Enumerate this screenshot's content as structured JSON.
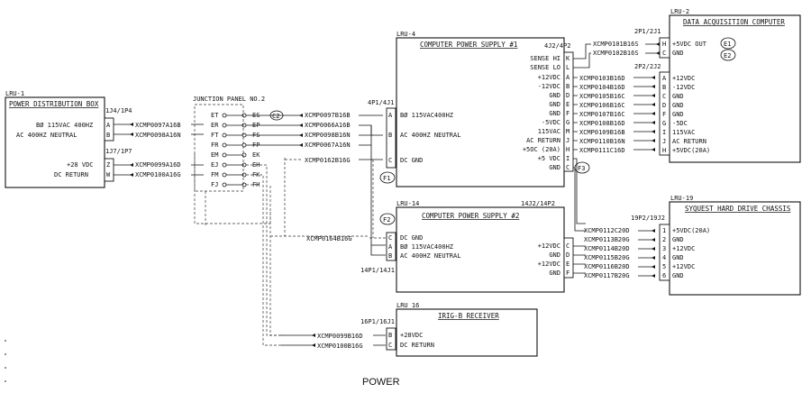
{
  "caption": "POWER",
  "units": {
    "lru1": {
      "id": "LRU-1",
      "title": "POWER DISTRIBUTION BOX",
      "conn_a": "1J4/1P4",
      "conn_b": "1J7/1P7",
      "pins_a": [
        {
          "pin": "A",
          "label": "BØ 115VAC 400HZ"
        },
        {
          "pin": "B",
          "label": "AC 400HZ NEUTRAL"
        }
      ],
      "pins_b": [
        {
          "pin": "Z",
          "label": "+28 VDC"
        },
        {
          "pin": "W",
          "label": "DC RETURN"
        }
      ]
    },
    "jp2": {
      "title": "JUNCTION PANEL NO.2",
      "rows": [
        {
          "l": "ET",
          "r": "ES"
        },
        {
          "l": "ER",
          "r": "EP"
        },
        {
          "l": "FT",
          "r": "FS"
        },
        {
          "l": "FR",
          "r": "FP"
        },
        {
          "l": "EM",
          "r": "EK"
        },
        {
          "l": "EJ",
          "r": "EH"
        },
        {
          "l": "FM",
          "r": "FK"
        },
        {
          "l": "FJ",
          "r": "FH"
        }
      ],
      "ref": "C2"
    },
    "lru4": {
      "id": "LRU-4",
      "title": "COMPUTER POWER SUPPLY #1",
      "conn_in": "4P1/4J1",
      "conn_out": "4J2/4P2",
      "pins_in": [
        {
          "pin": "A",
          "label": "BØ 115VAC400HZ"
        },
        {
          "pin": "B",
          "label": "AC 400HZ NEUTRAL"
        },
        {
          "pin": "C",
          "label": "DC GND"
        }
      ],
      "pins_out": [
        {
          "pin": "K",
          "label": "SENSE HI"
        },
        {
          "pin": "L",
          "label": "SENSE LO"
        },
        {
          "pin": "A",
          "label": "+12VDC"
        },
        {
          "pin": "B",
          "label": "-12VDC"
        },
        {
          "pin": "D",
          "label": "GND"
        },
        {
          "pin": "E",
          "label": "GND"
        },
        {
          "pin": "F",
          "label": "GND"
        },
        {
          "pin": "G",
          "label": "-5VDC"
        },
        {
          "pin": "M",
          "label": "115VAC"
        },
        {
          "pin": "J",
          "label": "AC RETURN"
        },
        {
          "pin": "H",
          "label": "+5OC (20A)"
        },
        {
          "pin": "I",
          "label": "+5 VDC"
        },
        {
          "pin": "C",
          "label": "GND"
        }
      ],
      "ref_in": "F1",
      "ref_out": "F3"
    },
    "lru14": {
      "id": "LRU-14",
      "title": "COMPUTER POWER SUPPLY #2",
      "conn_in": "14P1/14J1",
      "conn_out": "14J2/14P2",
      "pins_in": [
        {
          "pin": "C",
          "label": "DC GND"
        },
        {
          "pin": "A",
          "label": "BØ 115VAC400HZ"
        },
        {
          "pin": "B",
          "label": "AC 400HZ NEUTRAL"
        }
      ],
      "pins_out": [
        {
          "pin": "C",
          "label": "+12VDC"
        },
        {
          "pin": "D",
          "label": "GND"
        },
        {
          "pin": "E",
          "label": "+12VDC"
        },
        {
          "pin": "F",
          "label": "GND"
        }
      ],
      "ref": "F2"
    },
    "lru16": {
      "id": "LRU 16",
      "title": "IRIG-B RECEIVER",
      "conn": "16P1/16J1",
      "pins": [
        {
          "pin": "B",
          "label": "+28VDC"
        },
        {
          "pin": "C",
          "label": "DC RETURN"
        }
      ]
    },
    "lru2": {
      "id": "LRU-2",
      "title": "DATA ACQUISITION COMPUTER",
      "conn_a": "2P1/2J1",
      "conn_b": "2P2/2J2",
      "pins_a": [
        {
          "pin": "H",
          "label": "+5VDC OUT"
        },
        {
          "pin": "C",
          "label": "GND"
        }
      ],
      "pins_b": [
        {
          "pin": "A",
          "label": "+12VDC"
        },
        {
          "pin": "B",
          "label": "-12VDC"
        },
        {
          "pin": "C",
          "label": "GND"
        },
        {
          "pin": "D",
          "label": "GND"
        },
        {
          "pin": "F",
          "label": "GND"
        },
        {
          "pin": "G",
          "label": "-5DC"
        },
        {
          "pin": "I",
          "label": "115VAC"
        },
        {
          "pin": "J",
          "label": "AC RETURN"
        },
        {
          "pin": "H",
          "label": "+5VDC(20A)"
        }
      ],
      "refs": [
        "E1",
        "E2"
      ]
    },
    "lru19": {
      "id": "LRU-19",
      "title": "SYQUEST HARD DRIVE CHASSIS",
      "conn": "19P2/19J2",
      "pins": [
        {
          "pin": "1",
          "label": "+5VDC(20A)"
        },
        {
          "pin": "2",
          "label": "GND"
        },
        {
          "pin": "3",
          "label": "+12VDC"
        },
        {
          "pin": "4",
          "label": "GND"
        },
        {
          "pin": "5",
          "label": "+12VDC"
        },
        {
          "pin": "6",
          "label": "GND"
        }
      ]
    }
  },
  "wires": {
    "lru1_jp": [
      "XCMP0097A16B",
      "XCMP0098A16N",
      "XCMP0099A16D",
      "XCMP0100A16G"
    ],
    "jp_lru4": [
      "XCMP0097B16B",
      "XCMP0066A16B",
      "XCMP0098B16N",
      "XCMP0067A16N",
      "XCMP0162B16G"
    ],
    "jp_lru14": [
      "XCMP0164B16G"
    ],
    "jp_lru16": [
      "XCMP0099B16D",
      "XCMP0100B16G"
    ],
    "lru4_lru2_top": [
      "XCMP0101B16S",
      "XCMP0102B16S"
    ],
    "lru4_lru2": [
      "XCMP0103B16D",
      "XCMP0104B16D",
      "XCMP0105B16C",
      "XCMP0106B16C",
      "XCMP0107B16C",
      "XCMP0108B16D",
      "XCMP0109B16B",
      "XCMP0110B16N",
      "XCMP0111C16D"
    ],
    "to_lru19": [
      "XCMP0112C20D",
      "XCMP0113B20G",
      "XCMP0114B20D",
      "XCMP0115B20G",
      "XCMP0116B20D",
      "XCMP0117B20G"
    ]
  }
}
